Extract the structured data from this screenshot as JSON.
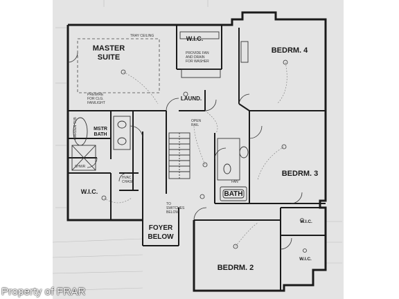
{
  "rooms": {
    "master_suite": [
      "MASTER",
      "SUITE"
    ],
    "wic_top": "W.I.C.",
    "bedroom4": "BEDRM. 4",
    "laundry": "LAUND.",
    "master_bath": [
      "MSTR",
      "BATH"
    ],
    "wic_left": "W.I.C.",
    "bedroom3": "BEDRM. 3",
    "bath": "BATH",
    "foyer": [
      "FOYER",
      "BELOW"
    ],
    "bedroom2": "BEDRM. 2",
    "wic_right1": "W.I.C.",
    "wic_right2": "W.I.C."
  },
  "notes": {
    "tray_ceiling": "TRAY CEILING",
    "provide_fan": [
      "PROVIDE FAN",
      "AND DRAIN",
      "FOR WASHER"
    ],
    "garden_tub": "GARDEN TUB",
    "open_rail": [
      "OPEN",
      "RAIL"
    ],
    "fan": "FAN",
    "to_switches": [
      "TO",
      "SWITCHES",
      "BELOW"
    ],
    "shwr": "SHWR",
    "hvac_chase": [
      "HVAC",
      "CHASE"
    ],
    "prewire": [
      "PREWIRE",
      "FOR CLG.",
      "FAN/LIGHT"
    ]
  },
  "watermark": "Property of FRAR",
  "colors": {
    "paper": "#e6e6e6",
    "ink": "#1a1a1a",
    "line": "#555555"
  }
}
